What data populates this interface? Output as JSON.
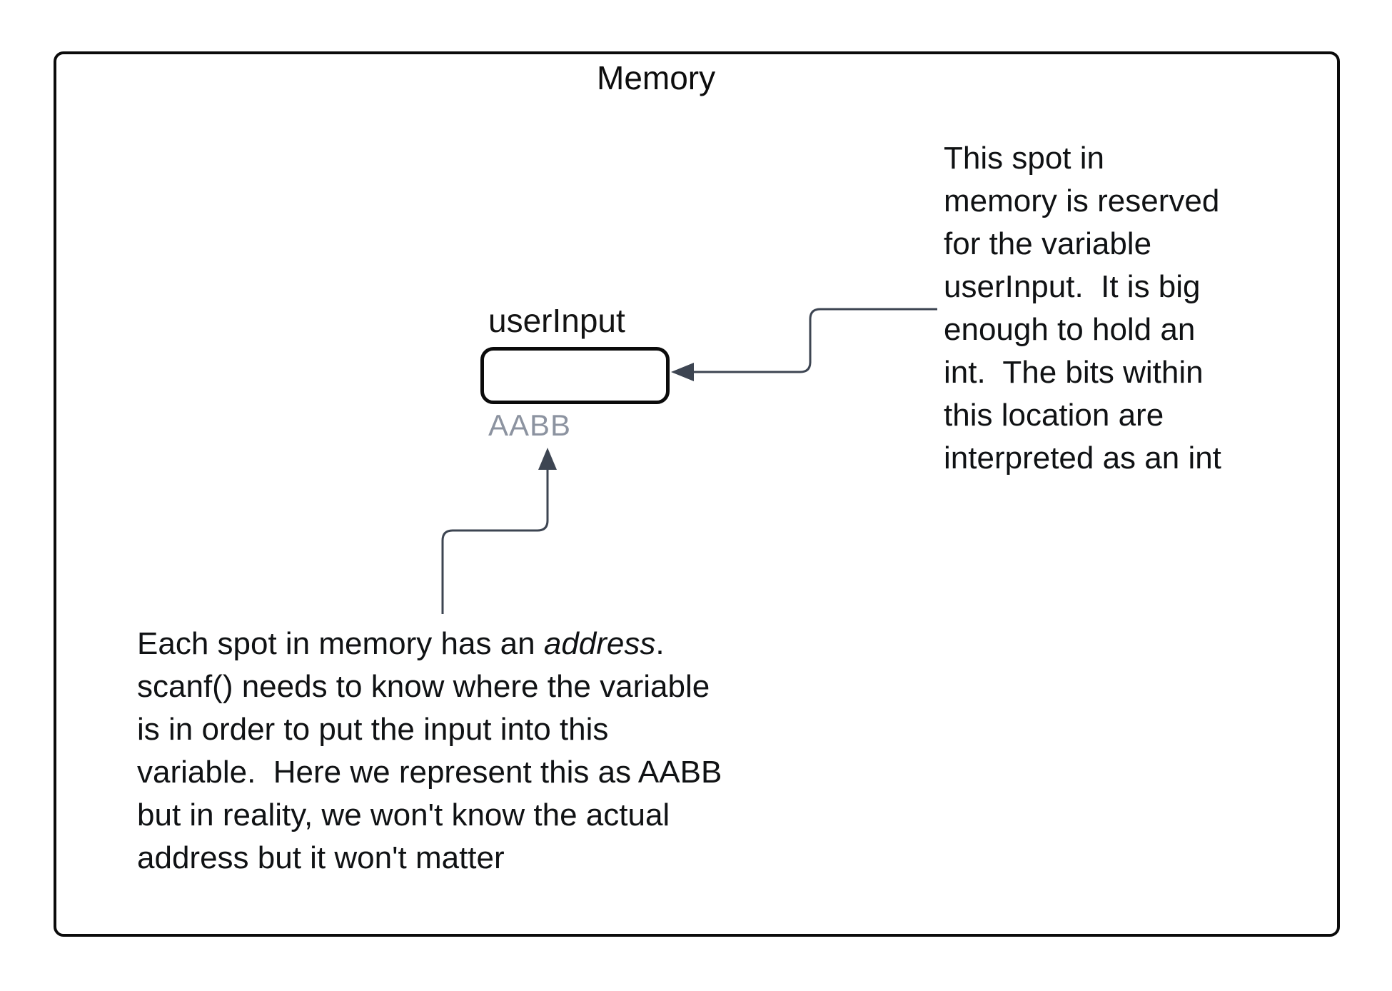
{
  "frame": {
    "title": "Memory"
  },
  "memory_cell": {
    "label": "userInput",
    "address": "AABB",
    "value": ""
  },
  "right_note": {
    "lines": [
      "This spot in",
      "memory is reserved",
      "for the variable",
      "userInput.  It is big",
      "enough to hold an",
      "int.  The bits within",
      "this location are",
      "interpreted as an int"
    ]
  },
  "bottom_note": {
    "line1": {
      "prefix": "Each spot in memory has an ",
      "italic": "address",
      "suffix": "."
    },
    "lines": [
      "scanf() needs to know where the variable",
      "is in order to put the input into this",
      "variable.  Here we represent this as AABB",
      "but in reality, we won't know the actual",
      "address but it won't matter"
    ]
  },
  "colors": {
    "text": "#101214",
    "muted_address": "#8c93a0",
    "connector": "#3d4552",
    "border": "#0b0b0b"
  }
}
